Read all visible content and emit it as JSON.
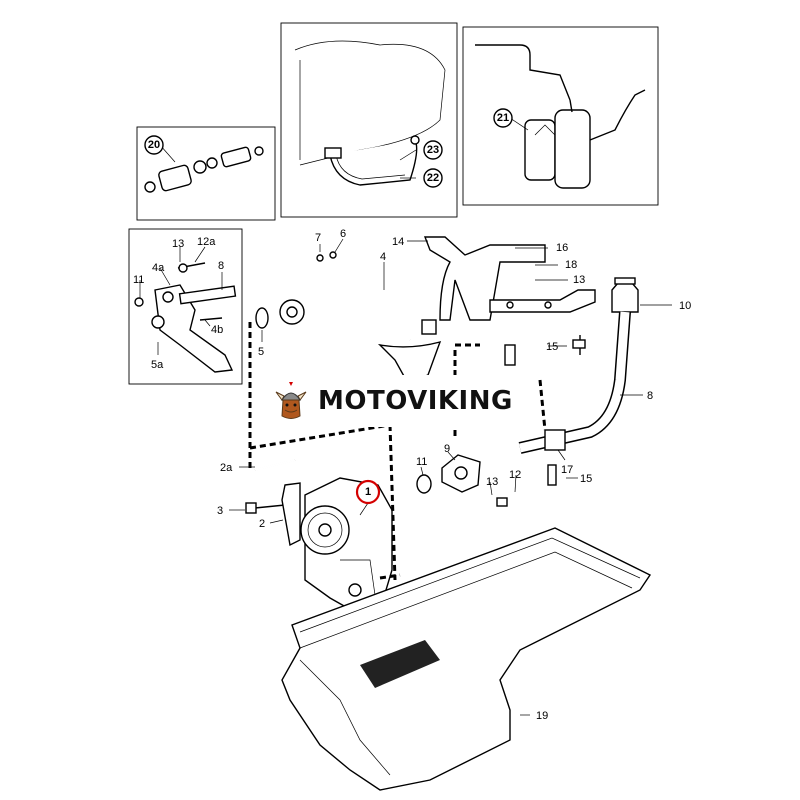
{
  "brand": {
    "name": "MOTOVIKING",
    "mark_icon": "viking-helmet-icon",
    "highlight_color": "#d40000"
  },
  "callouts": {
    "c1": "1",
    "c2": "2",
    "c2a": "2a",
    "c3": "3",
    "c4": "4",
    "c4a": "4a",
    "c4b": "4b",
    "c5": "5",
    "c5a": "5a",
    "c6": "6",
    "c7": "7",
    "c8a": "8",
    "c8b": "8",
    "c9": "9",
    "c10": "10",
    "c11a": "11",
    "c11b": "11",
    "c12a": "12a",
    "c12": "12",
    "c13a": "13",
    "c13b": "13",
    "c13c": "13",
    "c14": "14",
    "c15a": "15",
    "c15b": "15",
    "c16": "16",
    "c17": "17",
    "c18": "18",
    "c19": "19",
    "c20": "20",
    "c21": "21",
    "c22": "22",
    "c23": "23"
  }
}
